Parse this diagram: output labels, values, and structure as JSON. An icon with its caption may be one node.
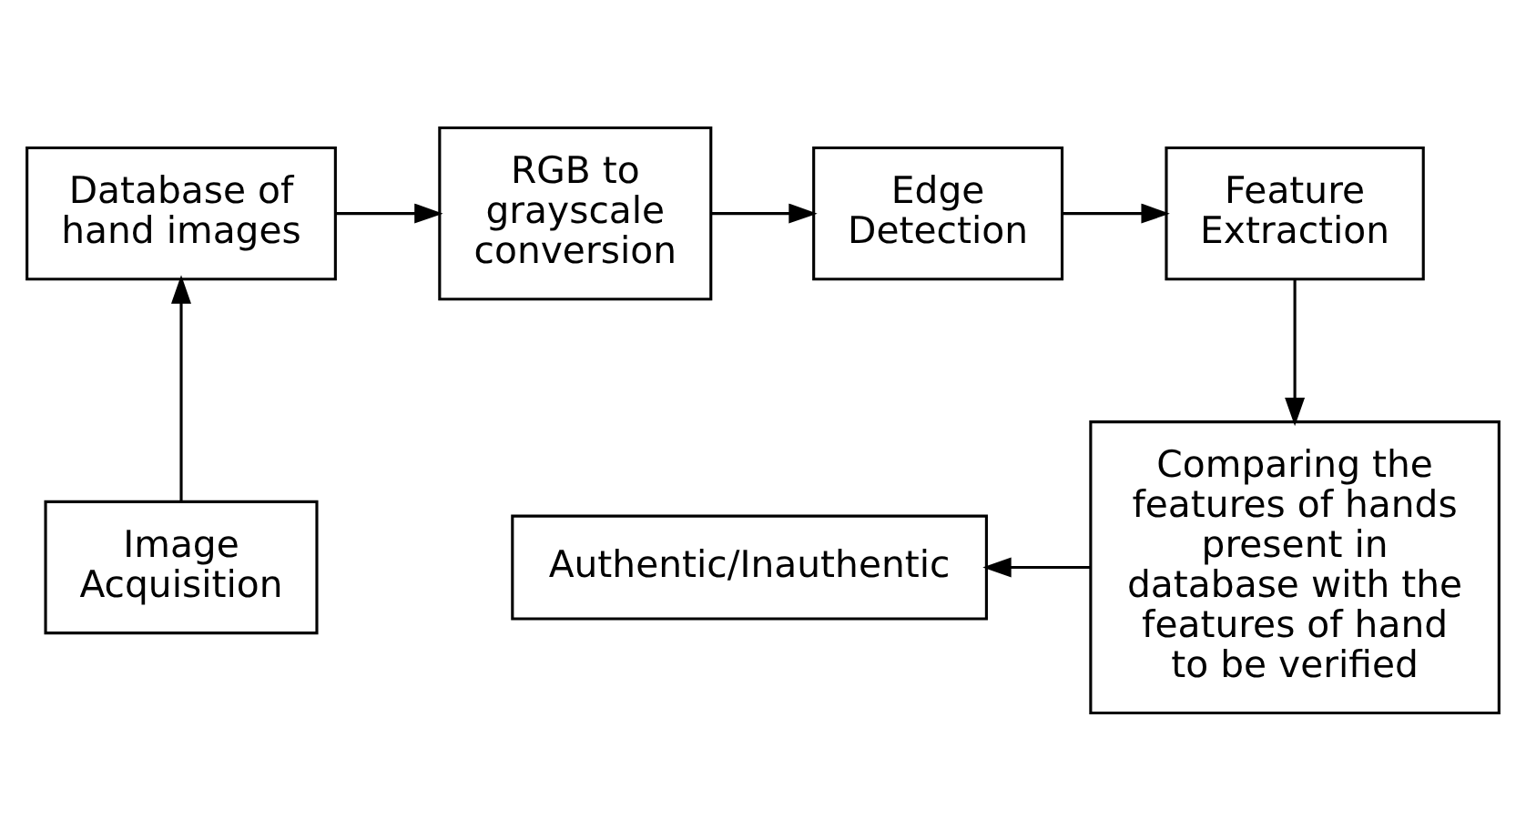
{
  "diagram": {
    "nodes": [
      {
        "text": [
          "Database of hand images"
        ]
      },
      {
        "text": [
          "RGB to grayscale conversion"
        ]
      },
      {
        "text": [
          "Edge Detection"
        ]
      },
      {
        "text": [
          "Feature Extraction"
        ]
      },
      {
        "text": [
          "Image Acquisition"
        ]
      },
      {
        "text": [
          "Comparing the features of hands present in database with the features of hand to be verified"
        ]
      },
      {
        "text": [
          "Authentic/Inauthentic"
        ]
      }
    ],
    "edges": [
      {
        "from": 4,
        "to": 0,
        "arrow": "to"
      },
      {
        "from": 0,
        "to": 1,
        "arrow": "to"
      },
      {
        "from": 1,
        "to": 2,
        "arrow": "to"
      },
      {
        "from": 2,
        "to": 3,
        "arrow": "to"
      },
      {
        "from": 3,
        "to": 5,
        "arrow": "to"
      },
      {
        "from": 5,
        "to": 6,
        "arrow": "to"
      }
    ]
  }
}
